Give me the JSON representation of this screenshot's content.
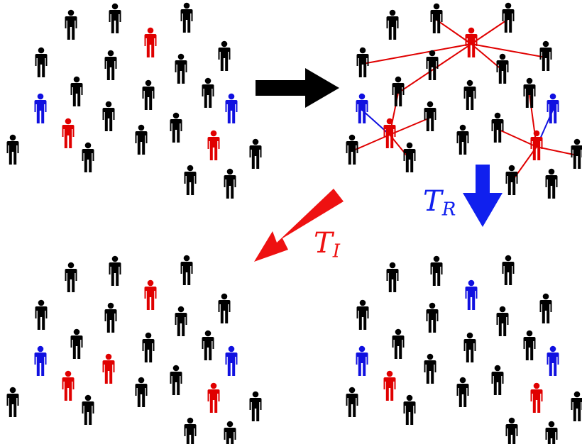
{
  "colors": {
    "susceptible": "#000000",
    "infected": "#e00000",
    "recovered": "#1010e0",
    "arrow_main": "#000000",
    "arrow_infection": "#ee1111",
    "arrow_recovery": "#1020ee"
  },
  "labels": {
    "recovery_rate": {
      "main": "T",
      "sub": "R"
    },
    "infection_rate": {
      "main": "T",
      "sub": "I"
    }
  },
  "panels": [
    {
      "name": "panel-initial",
      "infected_count": 3,
      "recovered_count": 2
    },
    {
      "name": "panel-contacts",
      "infected_count": 3,
      "recovered_count": 2
    },
    {
      "name": "panel-after-infection",
      "infected_count": 4,
      "recovered_count": 2
    },
    {
      "name": "panel-after-recovery",
      "infected_count": 2,
      "recovered_count": 3
    }
  ]
}
